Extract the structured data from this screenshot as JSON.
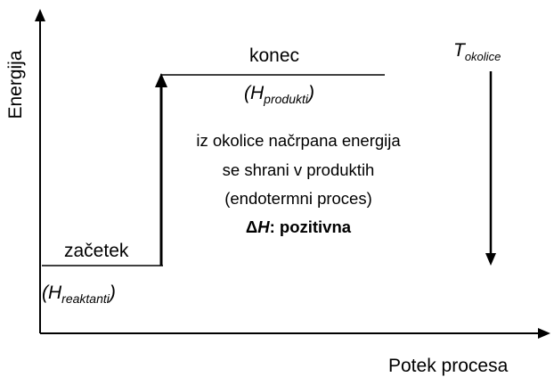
{
  "axes": {
    "y_label": "Energija",
    "x_label": "Potek procesa"
  },
  "levels": {
    "start_label": "začetek",
    "start_symbol_main": "(H",
    "start_symbol_sub": "reaktanti",
    "start_symbol_close": ")",
    "end_label": "konec",
    "end_symbol_main": "(H",
    "end_symbol_sub": "produkti",
    "end_symbol_close": ")"
  },
  "surroundings": {
    "symbol_main": "T",
    "symbol_sub": "okolice"
  },
  "description": {
    "line1": "iz okolice načrpana energija",
    "line2": "se shrani v produktih",
    "line3": "(endotermni proces)",
    "line4_delta": "Δ",
    "line4_symbol": "H",
    "line4_rest": ": pozitivna"
  }
}
